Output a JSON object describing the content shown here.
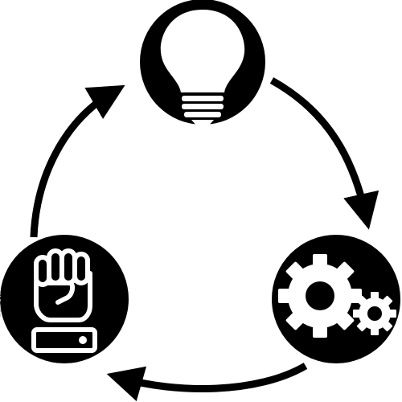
{
  "diagram": {
    "description_nodes": [
      "idea",
      "process",
      "power"
    ],
    "node_icons": {
      "top": "lightbulb-icon",
      "bottom_right": "gears-icon",
      "bottom_left": "raised-fist-icon"
    },
    "colors": {
      "fill": "#000000",
      "background": "#ffffff",
      "watermark": "#c8c8c8"
    },
    "watermark_id": "1276..."
  }
}
